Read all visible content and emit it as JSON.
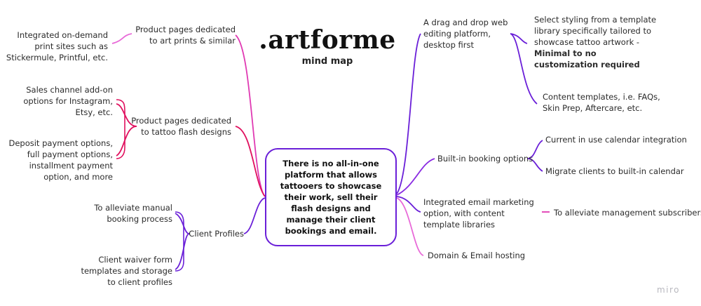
{
  "brand": {
    "logo": ".artforme",
    "subtitle": "mind map"
  },
  "center": {
    "text": "There is no all-in-one platform that allows tattooers to showcase their work, sell their flash designs and manage their client bookings and email."
  },
  "left": {
    "art_prints": {
      "label": "Product pages dedicated to art prints & similar",
      "children": [
        "Integrated on-demand print sites such as Stickermule, Printful, etc."
      ]
    },
    "flash": {
      "label": "Product pages dedicated to tattoo flash designs",
      "children": [
        "Sales channel add-on options for Instagram, Etsy, etc.",
        "Deposit payment options, full payment options, installment payment option, and more"
      ]
    },
    "clients": {
      "label": "Client Profiles",
      "children": [
        "To alleviate manual booking process",
        "Client waiver form templates and storage to client profiles"
      ]
    }
  },
  "right": {
    "editor": {
      "label": "A drag and drop web editing platform, desktop first",
      "children": [
        {
          "text": "Select styling from a template library specifically tailored to showcase tattoo artwork -",
          "bold": "Minimal to no customization required"
        },
        {
          "text": "Content templates, i.e. FAQs, Skin Prep, Aftercare, etc.",
          "bold": ""
        }
      ]
    },
    "booking": {
      "label": "Built-in booking options",
      "children": [
        "Current in use calendar integration",
        "Migrate clients to built-in calendar"
      ]
    },
    "email": {
      "label": "Integrated email marketing option, with content template libraries",
      "children": [
        "To alleviate management subscribers"
      ]
    },
    "hosting": {
      "label": "Domain & Email hosting"
    }
  },
  "watermark": "miro",
  "colors": {
    "purple": "#6a1fd8",
    "magenta": "#e03ab3",
    "crimson": "#e0105e",
    "violet": "#8a2be2",
    "pink": "#e86ad8"
  }
}
